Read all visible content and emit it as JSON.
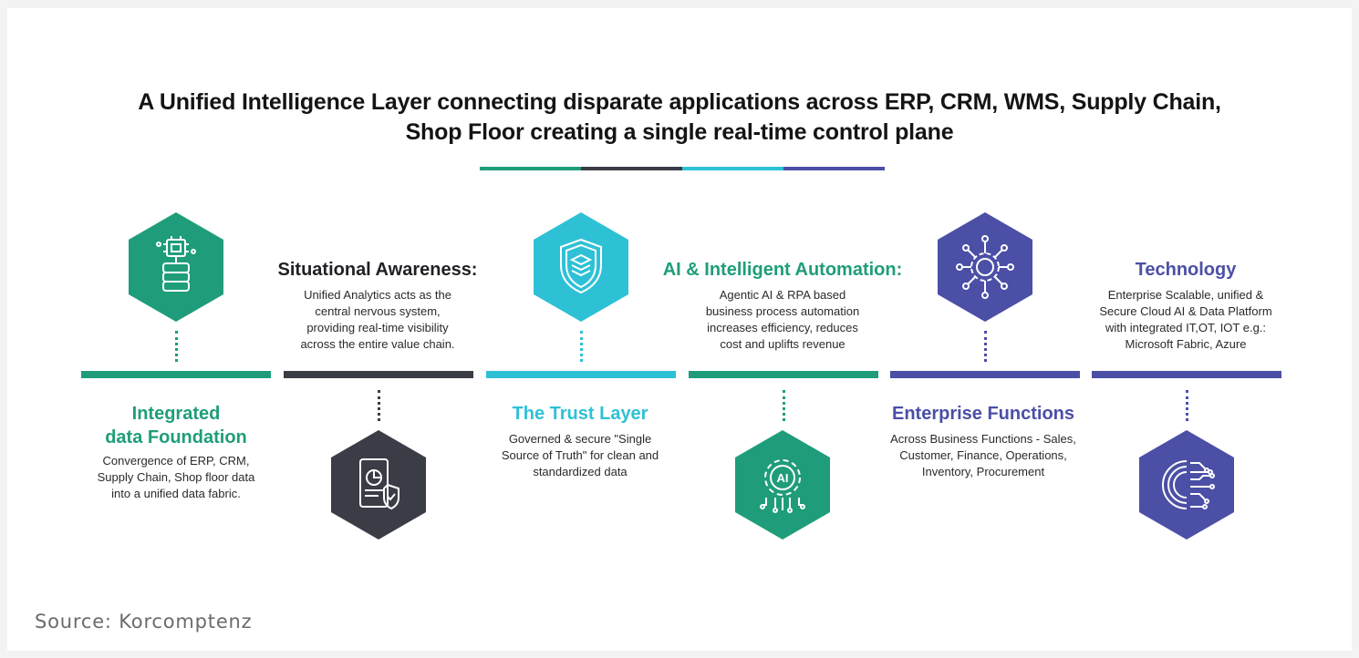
{
  "title": {
    "line1": "A Unified Intelligence Layer connecting disparate applications across ERP, CRM, WMS, Supply Chain,",
    "line2": "Shop Floor creating a single real-time control plane"
  },
  "colors": {
    "green": "#1f9d7a",
    "dark": "#3a3d46",
    "cyan": "#2ec1d6",
    "indigo": "#4b4fa6"
  },
  "pillars": [
    {
      "heading_line1": "Integrated",
      "heading_line2": "data Foundation",
      "body": [
        "Convergence of ERP, CRM,",
        "Supply Chain, Shop floor data",
        "into a unified data fabric."
      ],
      "icon": "database-chip-icon"
    },
    {
      "heading_line1": "Situational Awareness:",
      "body": [
        "Unified Analytics acts as the",
        "central nervous system,",
        "providing real-time visibility",
        "across the entire value chain."
      ],
      "icon": "analytics-shield-icon"
    },
    {
      "heading_line1": "The Trust Layer",
      "body": [
        "Governed & secure \"Single",
        "Source of Truth\" for clean and",
        "standardized data"
      ],
      "icon": "shield-layers-icon"
    },
    {
      "heading_line1": "AI & Intelligent Automation:",
      "body": [
        "Agentic AI & RPA based",
        "business process automation",
        "increases efficiency, reduces",
        "cost and uplifts revenue"
      ],
      "icon": "ai-gear-icon"
    },
    {
      "heading_line1": "Enterprise Functions",
      "body": [
        "Across Business Functions - Sales,",
        "Customer, Finance, Operations,",
        "Inventory, Procurement"
      ],
      "icon": "gear-network-icon"
    },
    {
      "heading_line1": "Technology",
      "body": [
        "Enterprise Scalable, unified  &",
        "Secure Cloud AI & Data Platform",
        "with integrated IT,OT, IOT e.g.:",
        "Microsoft Fabric, Azure"
      ],
      "icon": "circuit-brain-icon"
    }
  ],
  "source": "Source: Korcomptenz"
}
